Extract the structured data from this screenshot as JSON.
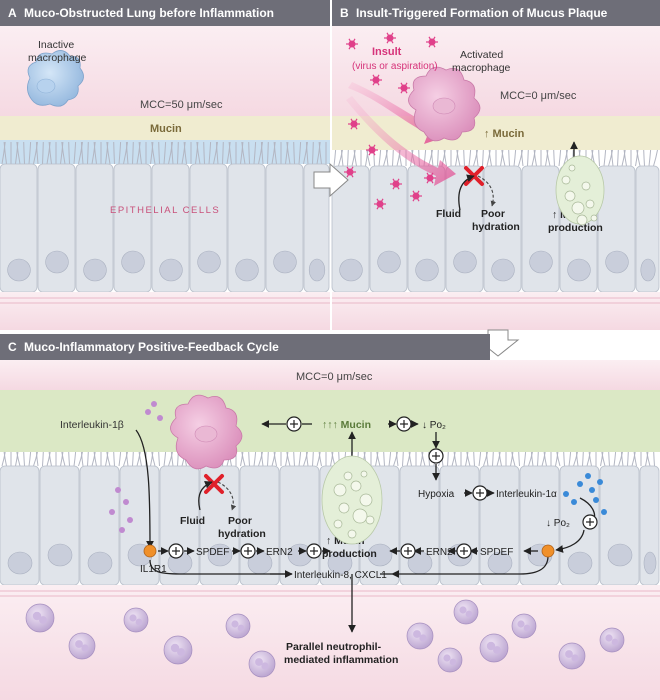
{
  "panels": {
    "a": {
      "letter": "A",
      "title": "Muco-Obstructed Lung before Inflammation",
      "macrophage_label_1": "Inactive",
      "macrophage_label_2": "macrophage",
      "mcc": "MCC=50 μm/sec",
      "mucin": "Mucin",
      "cells": "EPITHELIAL CELLS"
    },
    "b": {
      "letter": "B",
      "title": "Insult-Triggered Formation of Mucus Plaque",
      "insult": "Insult",
      "insult_sub": "(virus or aspiration)",
      "macrophage_label_1": "Activated",
      "macrophage_label_2": "macrophage",
      "mcc": "MCC=0 μm/sec",
      "mucin": "↑ Mucin",
      "fluid": "Fluid",
      "poor_1": "Poor",
      "poor_2": "hydration",
      "production_1": "↑ Mucin",
      "production_2": "production"
    },
    "c": {
      "letter": "C",
      "title": "Muco-Inflammatory Positive-Feedback Cycle",
      "mcc": "MCC=0 μm/sec",
      "interleukin_1b": "Interleukin-1β",
      "mucin": "↑↑↑ Mucin",
      "po2": "↓ Po₂",
      "hypoxia": "Hypoxia",
      "interleukin_1a": "Interleukin-1α",
      "po2_2": "↓ Po₂",
      "fluid": "Fluid",
      "poor_1": "Poor",
      "poor_2": "hydration",
      "production_1": "↑ Mucin",
      "production_2": "production",
      "il1r1": "IL1R1",
      "spdef_left": "SPDEF",
      "ern2_left": "ERN2",
      "ern2_right": "ERN2",
      "spdef_right": "SPDEF",
      "il8": "Interleukin-8, CXCL1",
      "parallel_1": "Parallel neutrophil-",
      "parallel_2": "mediated inflammation"
    }
  },
  "colors": {
    "title_bar": "#6e6e78",
    "mucin_layer": "#f0ecd0",
    "mucin_green": "#dbe8c5",
    "cell_fill": "#e0e4ea",
    "cell_stroke": "#b8bfca",
    "pink_bg": "#f8e4ea",
    "macrophage_blue": "#a9c8e8",
    "macrophage_pink": "#e6a2c8",
    "insult": "#e0408a",
    "cross": "#e0202a"
  },
  "icons": [
    "inactive-macrophage-icon",
    "activated-macrophage-icon",
    "virus-particle-icon",
    "red-x-icon",
    "plus-circle-icon",
    "receptor-icon",
    "neutrophil-icon"
  ]
}
